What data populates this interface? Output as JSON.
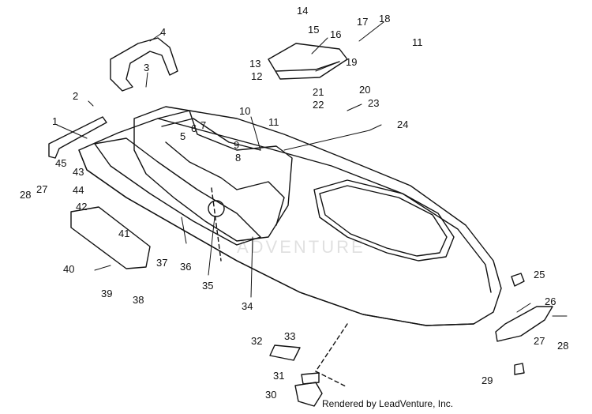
{
  "diagram": {
    "callouts": [
      "1",
      "2",
      "3",
      "4",
      "5",
      "6",
      "7",
      "8",
      "9",
      "10",
      "11",
      "11",
      "12",
      "13",
      "14",
      "15",
      "16",
      "17",
      "18",
      "19",
      "20",
      "21",
      "22",
      "23",
      "24",
      "25",
      "26",
      "27",
      "27",
      "28",
      "28",
      "29",
      "30",
      "31",
      "32",
      "33",
      "34",
      "35",
      "36",
      "37",
      "38",
      "39",
      "40",
      "41",
      "42",
      "43",
      "44",
      "45"
    ],
    "credit": "Rendered by LeadVenture, Inc.",
    "watermark": "ADVENTURE"
  }
}
